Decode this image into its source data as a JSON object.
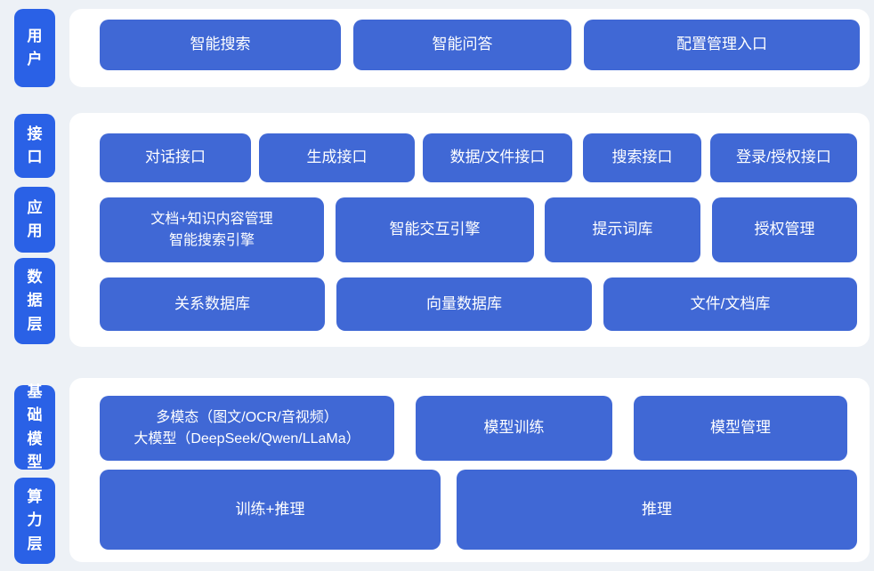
{
  "colors": {
    "background": "#edf1f6",
    "panel": "#ffffff",
    "side_label_blue": "#2a61e6",
    "box_blue": "#4068d5",
    "text": "#ffffff"
  },
  "diagram": {
    "side_labels": {
      "users": "用户",
      "interface": "接口",
      "application": "应用",
      "data_layer": "数据层",
      "base_model": "基础模型",
      "compute_layer": "算力层"
    },
    "user_layer": {
      "smart_search": "智能搜索",
      "smart_qa": "智能问答",
      "config_entry": "配置管理入口"
    },
    "interface_layer": {
      "dialog_api": "对话接口",
      "generation_api": "生成接口",
      "data_file_api": "数据/文件接口",
      "search_api": "搜索接口",
      "login_auth_api": "登录/授权接口"
    },
    "application_layer": {
      "doc_knowledge_search_engine": "文档+知识内容管理\n智能搜索引擎",
      "interaction_engine": "智能交互引擎",
      "prompt_library": "提示词库",
      "auth_management": "授权管理"
    },
    "data_layer": {
      "relational_db": "关系数据库",
      "vector_db": "向量数据库",
      "file_doc_store": "文件/文档库"
    },
    "base_model_layer": {
      "multimodal_llm": "多模态（图文/OCR/音视频）\n大模型（DeepSeek/Qwen/LLaMa）",
      "model_training": "模型训练",
      "model_management": "模型管理"
    },
    "compute_layer": {
      "train_inference": "训练+推理",
      "inference": "推理"
    }
  }
}
